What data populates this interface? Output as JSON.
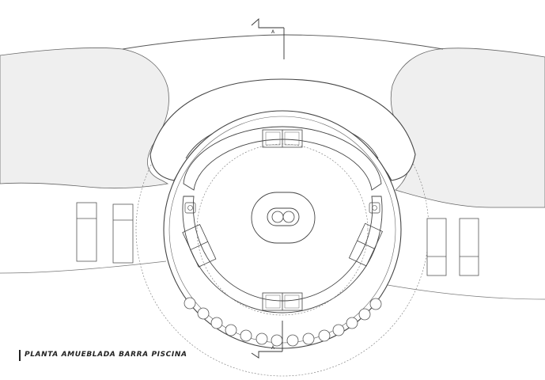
{
  "drawing": {
    "title": "PLANTA AMUEBLADA BARRA PISCINA",
    "section_marker_top": "A",
    "section_marker_bottom": "A",
    "colors": {
      "line": "#555555",
      "pool_fill": "#efefef",
      "background": "#ffffff",
      "text": "#222222"
    }
  }
}
